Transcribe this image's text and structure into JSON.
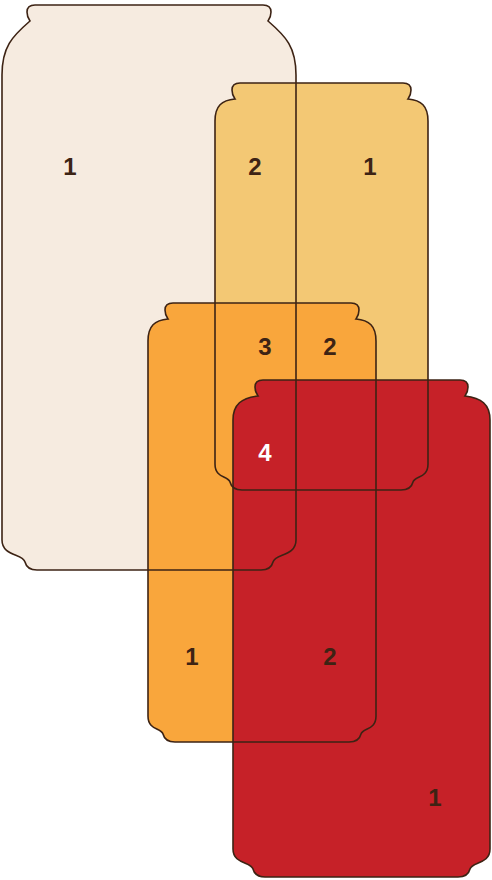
{
  "diagram": {
    "labels": [
      "1",
      "2",
      "1",
      "3",
      "2",
      "4",
      "1",
      "2",
      "1"
    ]
  }
}
